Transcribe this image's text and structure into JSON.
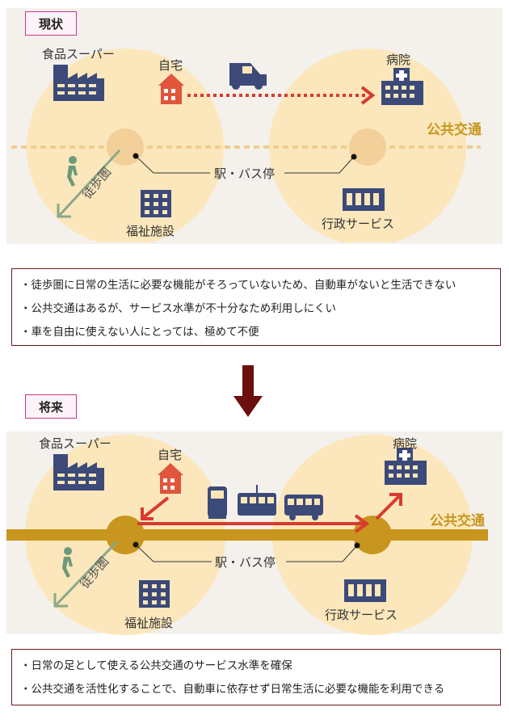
{
  "current": {
    "tag": "現状",
    "labels": {
      "supermarket": "食品スーパー",
      "home": "自宅",
      "hospital": "病院",
      "public_transport": "公共交通",
      "station": "駅・バス停",
      "walk_zone": "徒歩圏",
      "welfare": "福祉施設",
      "admin": "行政サービス"
    },
    "notes": [
      "・徒歩圏に日常の生活に必要な機能がそろっていないため、自動車がないと生活できない",
      "・公共交通はあるが、サービス水準が不十分なため利用しにくい",
      "・車を自由に使えない人にとっては、極めて不便"
    ]
  },
  "future": {
    "tag": "将来",
    "labels": {
      "supermarket": "食品スーパー",
      "home": "自宅",
      "hospital": "病院",
      "public_transport": "公共交通",
      "station": "駅・バス停",
      "walk_zone": "徒歩圏",
      "welfare": "福祉施設",
      "admin": "行政サービス"
    },
    "notes": [
      "・日常の足として使える公共交通のサービス水準を確保",
      "・公共交通を活性化することで、自動車に依存せず日常生活に必要な機能を利用できる"
    ]
  },
  "colors": {
    "circle": "#fbe6b8",
    "hub": "#f3cf9a",
    "hub_future": "#c8961e",
    "line_current": "#f0cc8c",
    "line_future": "#c8961e",
    "route": "#d93a2f",
    "building": "#3c4a7a",
    "home": "#e0553c",
    "tag_border": "#c8378a",
    "note_border": "#6b1a1a",
    "down_arrow": "#6b0f0f"
  },
  "icons": [
    "supermarket-icon",
    "home-icon",
    "car-icon",
    "hospital-icon",
    "walker-icon",
    "welfare-icon",
    "admin-icon",
    "train-icon",
    "tram-icon",
    "bus-icon"
  ]
}
